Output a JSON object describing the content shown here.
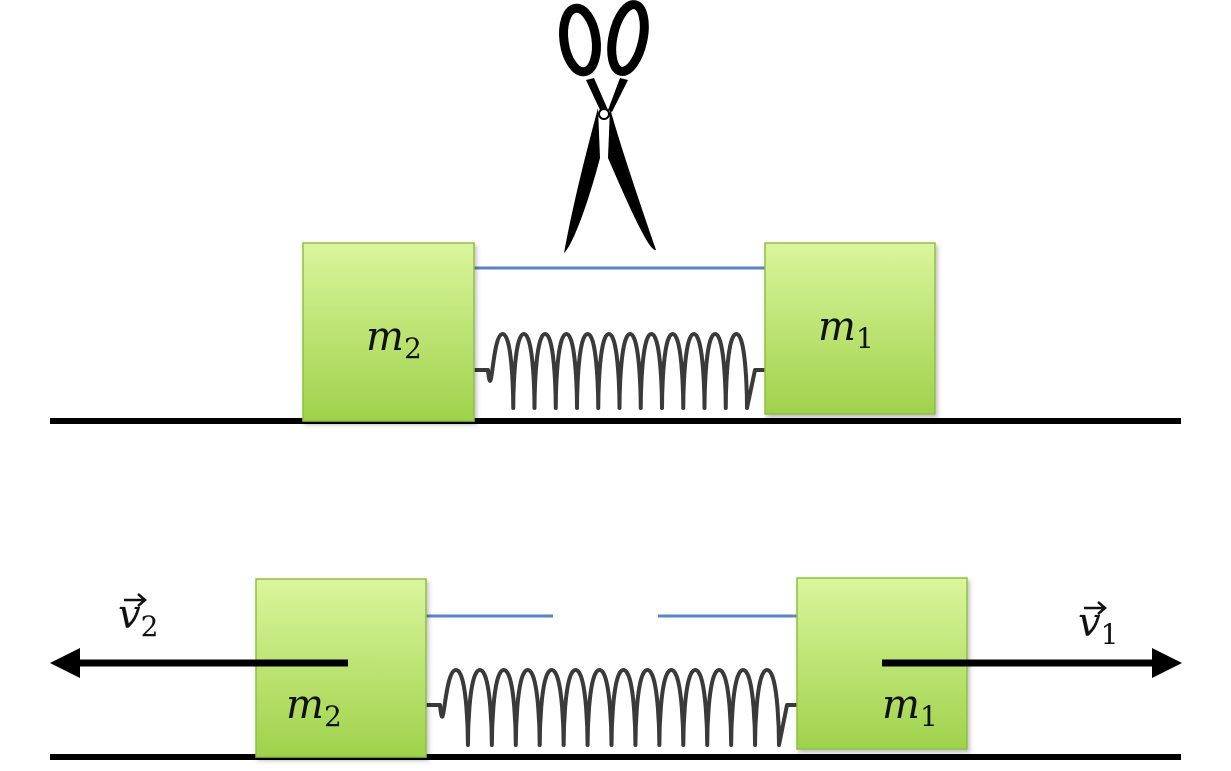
{
  "scene_top": {
    "block_left": {
      "var": "m",
      "sub": "2"
    },
    "block_right": {
      "var": "m",
      "sub": "1"
    },
    "tool": "scissors-icon"
  },
  "scene_bottom": {
    "block_left": {
      "var": "m",
      "sub": "2"
    },
    "block_right": {
      "var": "m",
      "sub": "1"
    },
    "velocity_left": {
      "var": "v",
      "sub": "2"
    },
    "velocity_right": {
      "var": "v",
      "sub": "1"
    }
  },
  "colors": {
    "block_fill_top": "#d9f59a",
    "block_fill_bottom": "#9ed34a",
    "block_border": "#8fbf43",
    "string": "#5b84c4",
    "spring": "#3a3a3a",
    "ground": "#000000",
    "arrow": "#000000"
  }
}
